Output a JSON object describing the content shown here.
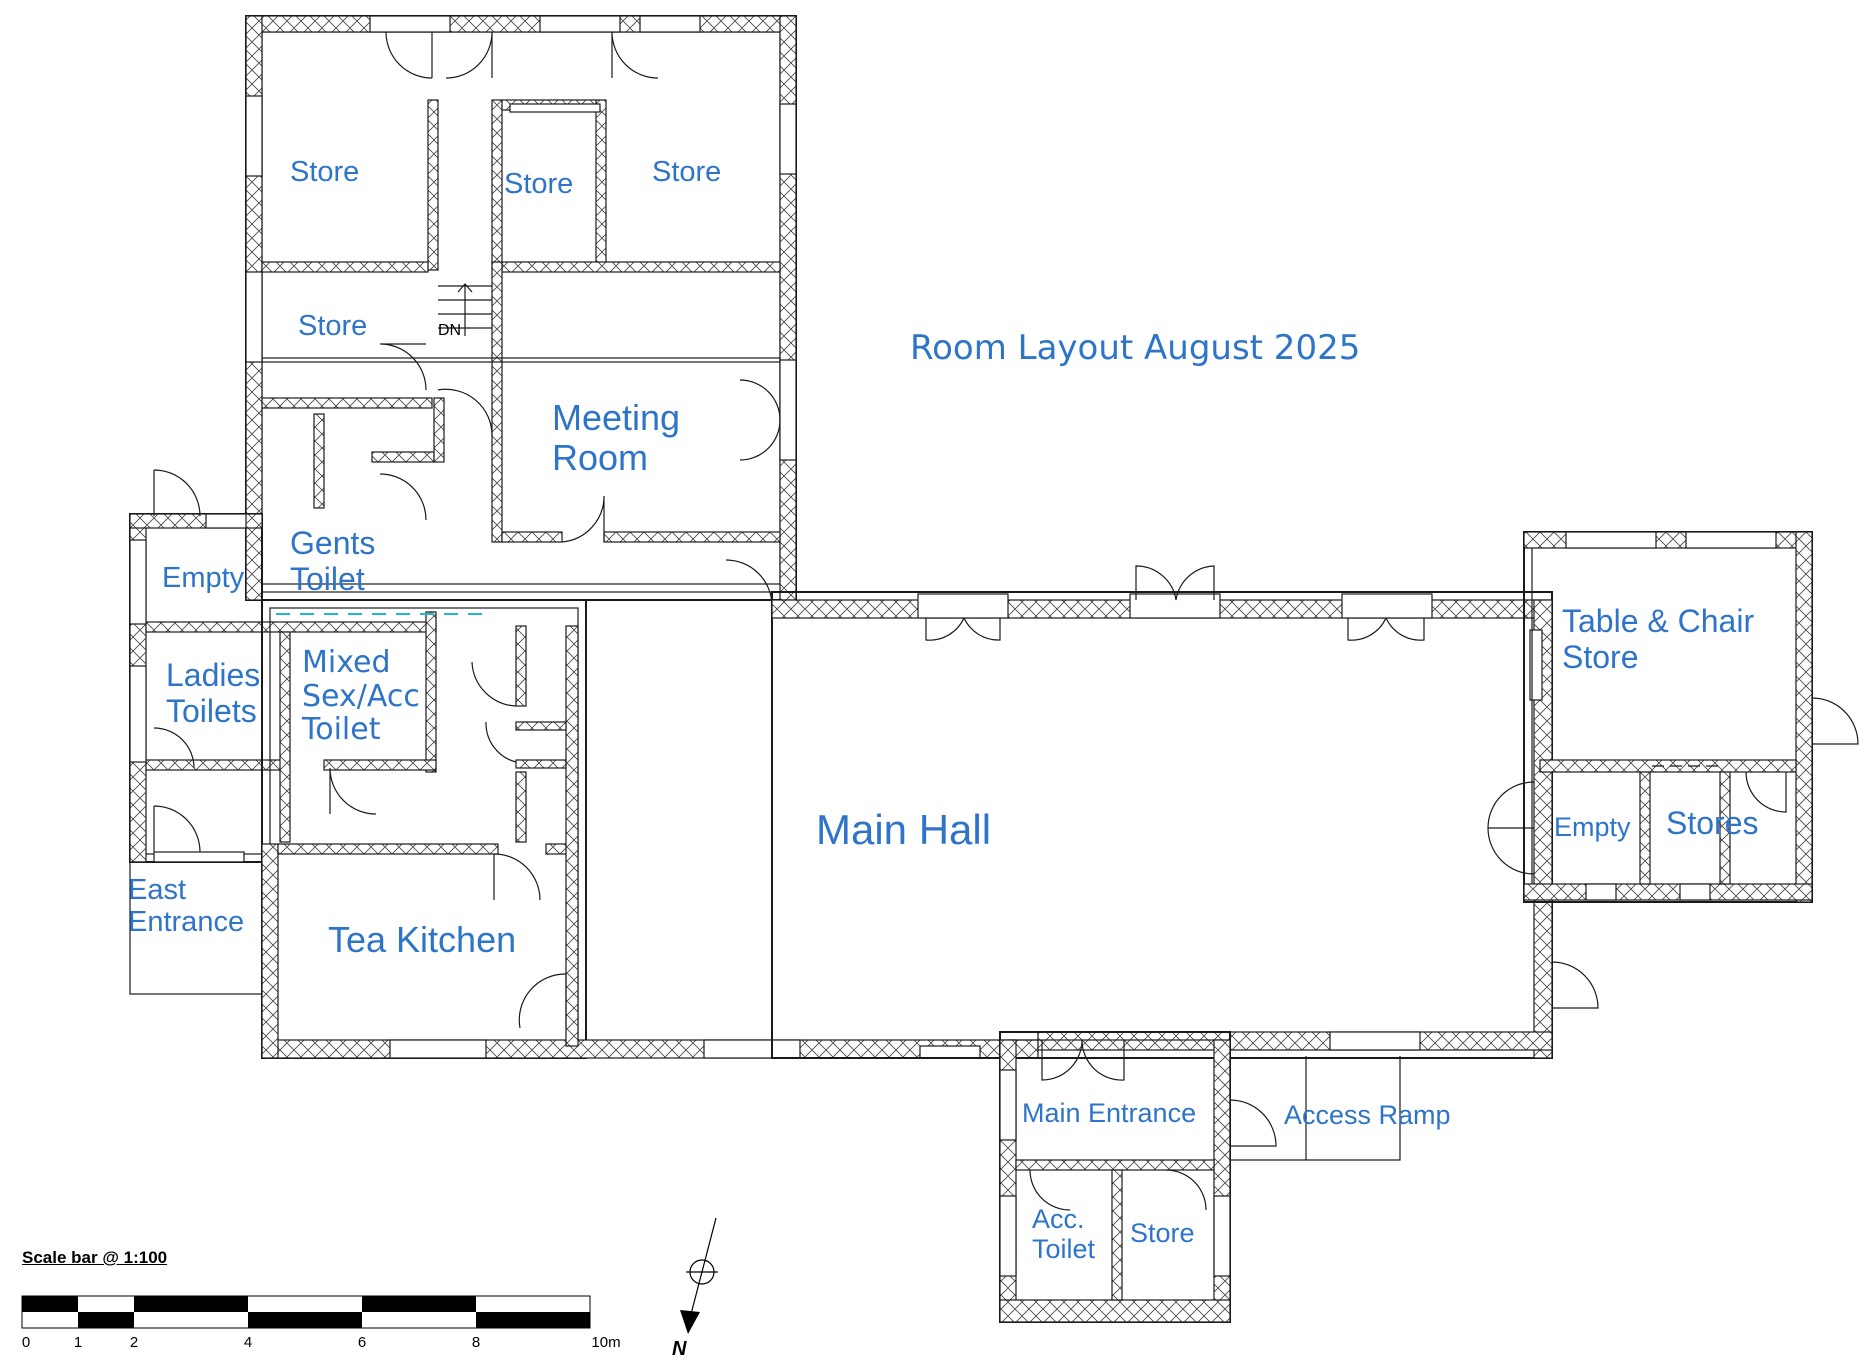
{
  "title": "Room Layout August 2025",
  "accent_color": "#2e74c9",
  "rooms": [
    {
      "id": "store-1",
      "label": "Store"
    },
    {
      "id": "store-2",
      "label": "Store"
    },
    {
      "id": "store-3",
      "label": "Store"
    },
    {
      "id": "store-4",
      "label": "Store"
    },
    {
      "id": "meeting-room",
      "label": "Meeting\nRoom"
    },
    {
      "id": "empty-west",
      "label": "Empty"
    },
    {
      "id": "gents-toilet",
      "label": "Gents\nToilet"
    },
    {
      "id": "ladies-toilets",
      "label": "Ladies\nToilets"
    },
    {
      "id": "mixed-toilet",
      "label": "Mixed\nSex/Acc\nToilet"
    },
    {
      "id": "east-entrance",
      "label": "East\nEntrance"
    },
    {
      "id": "tea-kitchen",
      "label": "Tea Kitchen"
    },
    {
      "id": "main-hall",
      "label": "Main Hall"
    },
    {
      "id": "table-chair-store",
      "label": "Table & Chair\nStore"
    },
    {
      "id": "empty-east",
      "label": "Empty"
    },
    {
      "id": "stores",
      "label": "Stores"
    },
    {
      "id": "main-entrance",
      "label": "Main Entrance"
    },
    {
      "id": "access-ramp",
      "label": "Access Ramp"
    },
    {
      "id": "acc-toilet",
      "label": "Acc.\nToilet"
    },
    {
      "id": "store-5",
      "label": "Store"
    }
  ],
  "stairs_label": "DN",
  "scale_bar": {
    "title": "Scale bar @ 1:100",
    "ticks": [
      "0",
      "1",
      "2",
      "4",
      "6",
      "8",
      "10m"
    ]
  },
  "north_label": "N"
}
